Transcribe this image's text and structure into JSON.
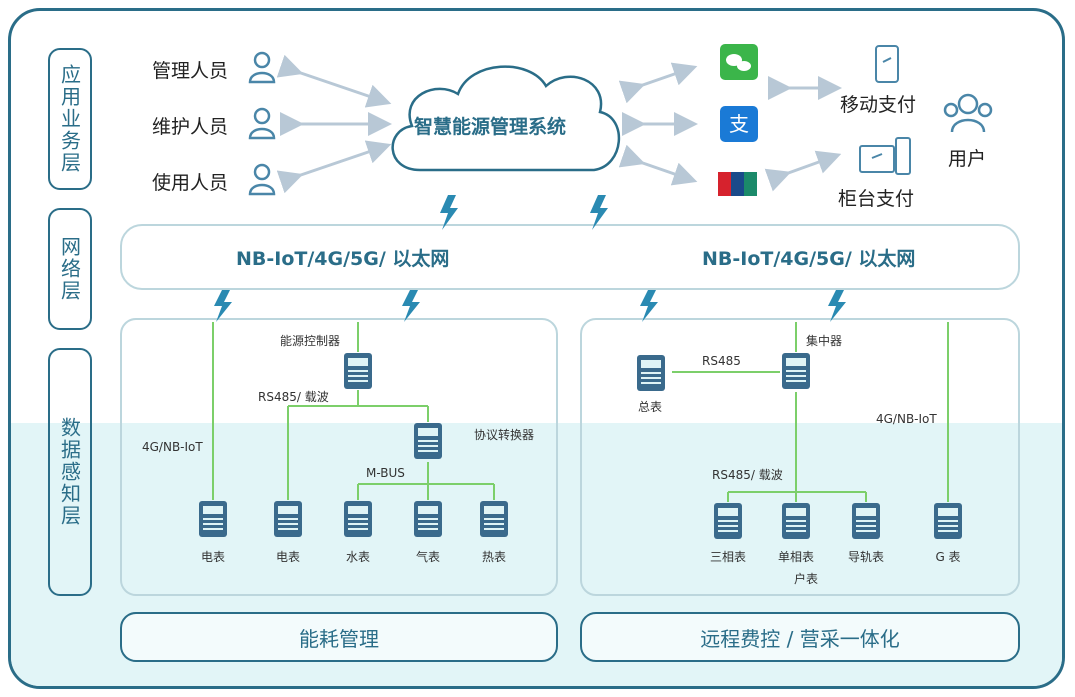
{
  "layers": {
    "application": "应用业务层",
    "network": "网络层",
    "perception": "数据感知层"
  },
  "roles": [
    "管理人员",
    "维护人员",
    "使用人员"
  ],
  "cloud_label": "智慧能源管理系统",
  "payment": {
    "mobile": "移动支付",
    "counter": "柜台支付",
    "user": "用户",
    "icons": [
      "wechat-pay-icon",
      "alipay-icon",
      "unionpay-icon"
    ]
  },
  "network": {
    "left": "NB-IoT/4G/5G/ 以太网",
    "right": "NB-IoT/4G/5G/ 以太网"
  },
  "left_panel": {
    "controller": "能源控制器",
    "rs485_carrier": "RS485/ 载波",
    "nb_iot": "4G/NB-IoT",
    "protocol_converter": "协议转换器",
    "mbus": "M-BUS",
    "meters": [
      "电表",
      "电表",
      "水表",
      "气表",
      "热表"
    ]
  },
  "right_panel": {
    "concentrator": "集中器",
    "rs485": "RS485",
    "total_meter": "总表",
    "nb_iot": "4G/NB-IoT",
    "rs485_carrier": "RS485/ 载波",
    "meters": [
      "三相表",
      "单相表",
      "导轨表",
      "G 表"
    ],
    "household": "户表"
  },
  "bottom": {
    "left": "能耗管理",
    "right": "远程费控 / 营采一体化"
  },
  "colors": {
    "accent": "#2a6d88",
    "line_green": "#7ccf6a",
    "arrow_gray": "#b8c8d6",
    "meter_blue": "#3a6a8c"
  }
}
